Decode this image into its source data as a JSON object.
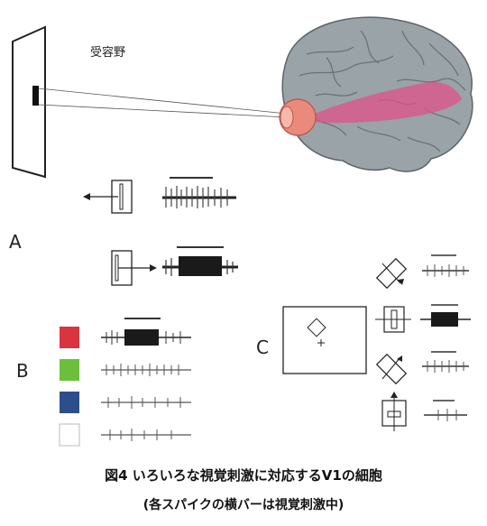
{
  "labels": {
    "receptive_field": "受容野",
    "panel_a": "A",
    "panel_b": "B",
    "panel_c": "C"
  },
  "caption": {
    "main": "図4 いろいろな視覚刺激に対応するV1の細胞",
    "sub": "(各スパイクの横バーは視覚刺激中)"
  },
  "colors": {
    "swatch_red": "#d9343f",
    "swatch_green": "#6cbf3a",
    "swatch_blue": "#2c4f8c",
    "swatch_white": "#ffffff",
    "brain_highlight": "#e0508a",
    "eye": "#e98a7c"
  }
}
